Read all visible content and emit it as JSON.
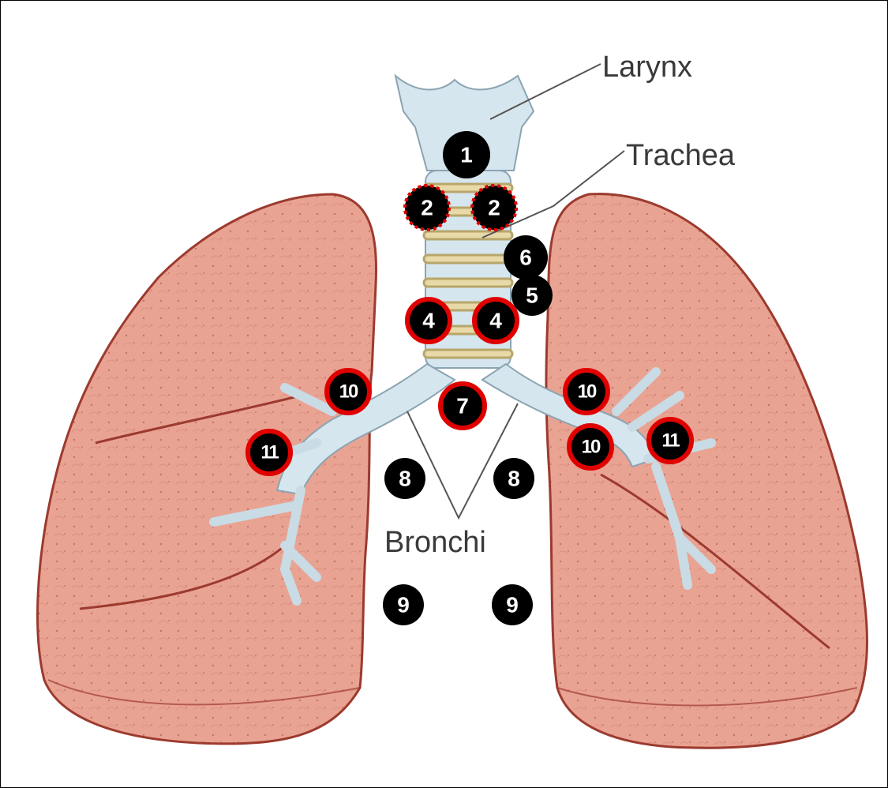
{
  "labels": {
    "larynx": "Larynx",
    "trachea": "Trachea",
    "bronchi": "Bronchi"
  },
  "markers": {
    "m1": "1",
    "m2a": "2",
    "m2b": "2",
    "m6": "6",
    "m5": "5",
    "m4a": "4",
    "m4b": "4",
    "m10a": "10",
    "m7": "7",
    "m10b": "10",
    "m11a": "11",
    "m10c": "10",
    "m11b": "11",
    "m8a": "8",
    "m8b": "8",
    "m9a": "9",
    "m9b": "9"
  },
  "colors": {
    "lung_fill": "#e9a393",
    "lung_outline": "#9c3a2e",
    "airway_fill": "#d6e6ee",
    "cartilage": "#e8d9a8",
    "marker_fill": "#000000",
    "marker_ring": "#e00000"
  }
}
